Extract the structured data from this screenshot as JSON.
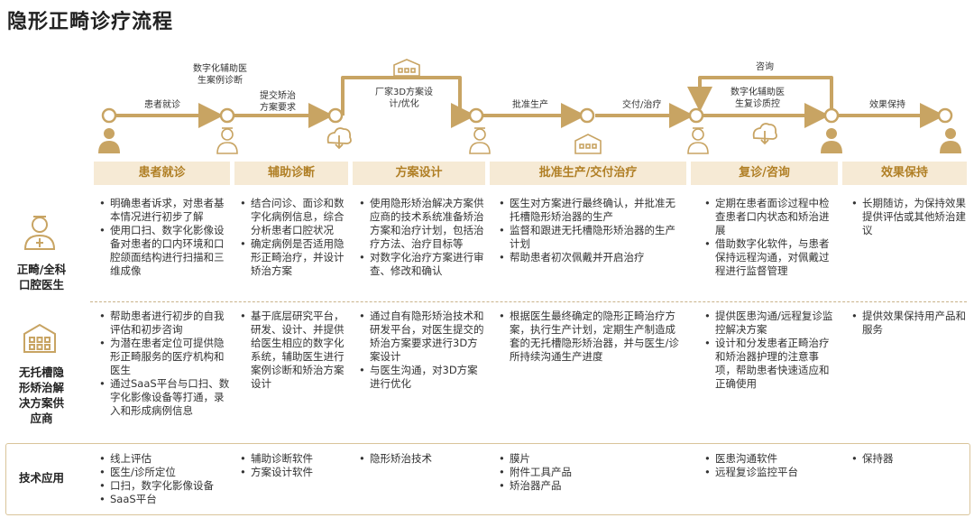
{
  "title": "隐形正畸诊疗流程",
  "flow": {
    "labels": [
      {
        "id": "l1",
        "text": "患者就诊"
      },
      {
        "id": "l2",
        "text": "数字化辅助医\n生案例诊断"
      },
      {
        "id": "l3",
        "text": "提交矫治\n方案要求"
      },
      {
        "id": "l4",
        "text": "厂家3D方案设\n计/优化"
      },
      {
        "id": "l5",
        "text": "批准生产"
      },
      {
        "id": "l6",
        "text": "交付/治疗"
      },
      {
        "id": "l7",
        "text": "咨询"
      },
      {
        "id": "l8",
        "text": "数字化辅助医\n生复诊质控"
      },
      {
        "id": "l9",
        "text": "效果保持"
      }
    ]
  },
  "headers": [
    "患者就诊",
    "辅助诊断",
    "方案设计",
    "批准生产/交付治疗",
    "复诊/咨询",
    "效果保持"
  ],
  "rows": [
    {
      "label": "正畸/全科\n口腔医生",
      "icon": "doctor-icon",
      "cells": [
        [
          "明确患者诉求，对患者基本情况进行初步了解",
          "使用口扫、数字化影像设备对患者的口内环境和口腔颌面结构进行扫描和三维成像"
        ],
        [
          "结合问诊、面诊和数字化病例信息，综合分析患者口腔状况",
          "确定病例是否适用隐形正畸治疗，并设计矫治方案"
        ],
        [
          "使用隐形矫治解决方案供应商的技术系统准备矫治方案和治疗计划，包括治疗方法、治疗目标等",
          "对数字化治疗方案进行审查、修改和确认"
        ],
        [
          "医生对方案进行最终确认，并批准无托槽隐形矫治器的生产",
          "监督和跟进无托槽隐形矫治器的生产计划",
          "帮助患者初次佩戴并开启治疗"
        ],
        [
          "定期在患者面诊过程中检查患者口内状态和矫治进展",
          "借助数字化软件，与患者保持远程沟通，对佩戴过程进行监督管理"
        ],
        [
          "长期随访，为保持效果提供评估或其他矫治建议"
        ]
      ]
    },
    {
      "label": "无托槽隐\n形矫治解\n决方案供\n应商",
      "icon": "factory-icon",
      "cells": [
        [
          "帮助患者进行初步的自我评估和初步咨询",
          "为潜在患者定位可提供隐形正畸服务的医疗机构和医生",
          "通过SaaS平台与口扫、数字化影像设备等打通，录入和形成病例信息"
        ],
        [
          "基于底层研究平台，研发、设计、并提供给医生相应的数字化系统，辅助医生进行案例诊断和矫治方案设计"
        ],
        [
          "通过自有隐形矫治技术和研发平台，对医生提交的矫治方案要求进行3D方案设计",
          "与医生沟通，对3D方案进行优化"
        ],
        [
          "根据医生最终确定的隐形正畸治疗方案，执行生产计划，定期生产制造成套的无托槽隐形矫治器，并与医生/诊所持续沟通生产进度"
        ],
        [
          "提供医患沟通/远程复诊监控解决方案",
          "设计和分发患者正畸治疗和矫治器护理的注意事项，帮助患者快速适应和正确使用"
        ],
        [
          "提供效果保持用产品和服务"
        ]
      ]
    },
    {
      "label": "技术应用",
      "icon": "",
      "cells": [
        [
          "线上评估",
          "医生/诊所定位",
          "口扫，数字化影像设备",
          "SaaS平台"
        ],
        [
          "辅助诊断软件",
          "方案设计软件"
        ],
        [
          "隐形矫治技术"
        ],
        [
          "膜片",
          "附件工具产品",
          "矫治器产品"
        ],
        [
          "医患沟通软件",
          "远程复诊监控平台"
        ],
        [
          "保持器"
        ]
      ]
    }
  ],
  "colors": {
    "accent": "#c8a463",
    "header_bg": "#f6ead5",
    "header_text": "#b07f25"
  }
}
